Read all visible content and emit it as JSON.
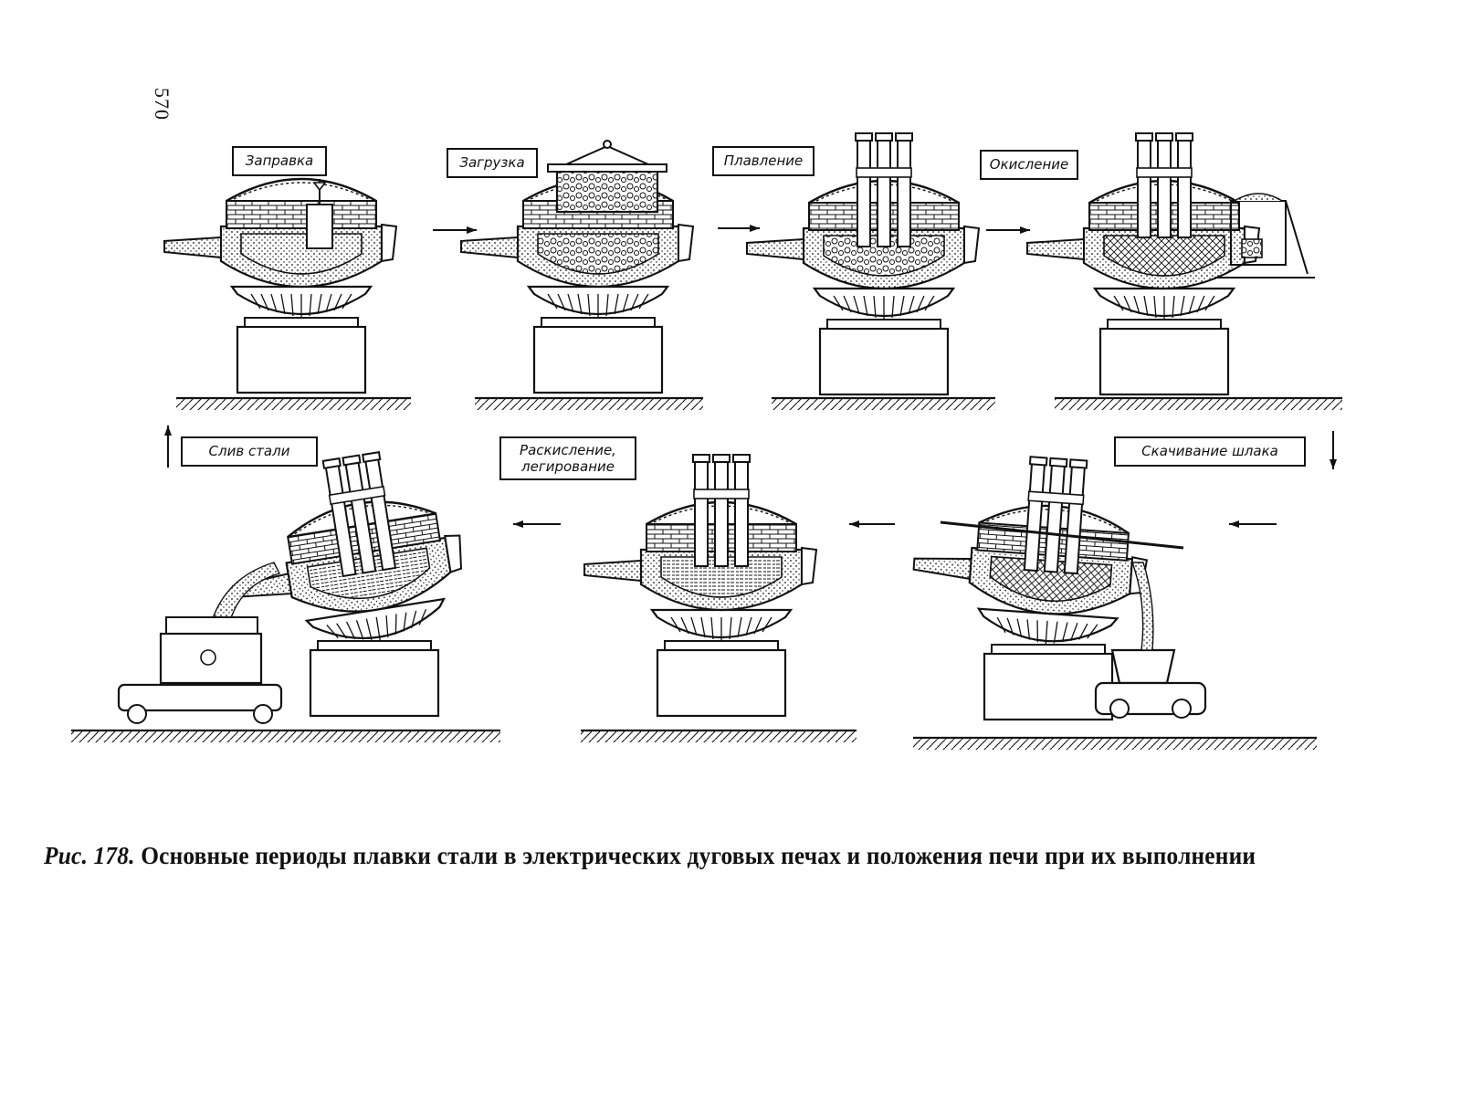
{
  "page_number": "570",
  "stages": [
    {
      "id": "zapravka",
      "label": "Заправка"
    },
    {
      "id": "zagruzka",
      "label": "Загрузка"
    },
    {
      "id": "plavlenie",
      "label": "Плавление"
    },
    {
      "id": "okislenie",
      "label": "Окисление"
    },
    {
      "id": "skachivanie",
      "label": "Скачивание шлака"
    },
    {
      "id": "raskislenie",
      "label_line1": "Раскисление,",
      "label_line2": "легирование"
    },
    {
      "id": "sliv",
      "label": "Слив стали"
    }
  ],
  "caption": {
    "figure": "Рис. 178.",
    "text": "Основные периоды плавки стали в электрических дуговых печах и положения печи при их выполнении"
  }
}
